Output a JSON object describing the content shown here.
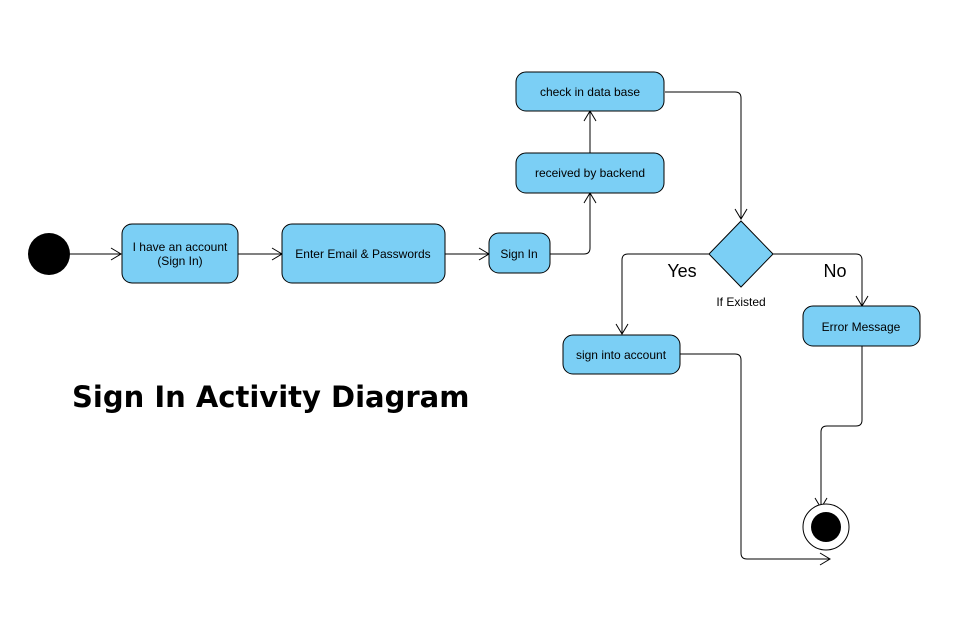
{
  "diagram": {
    "title": "Sign In Activity Diagram",
    "colors": {
      "node_fill": "#7bcff5",
      "node_stroke": "#000000",
      "edge": "#000000"
    },
    "nodes": {
      "have_account": {
        "line1": "I have an account",
        "line2": "(Sign In)"
      },
      "enter_credentials": {
        "label": "Enter Email & Passwords"
      },
      "sign_in": {
        "label": "Sign In"
      },
      "received_backend": {
        "label": "received by backend"
      },
      "check_db": {
        "label": "check in data base"
      },
      "decision": {
        "label": "If Existed"
      },
      "sign_into_account": {
        "label": "sign into account"
      },
      "error_message": {
        "label": "Error Message"
      }
    },
    "branches": {
      "yes": "Yes",
      "no": "No"
    }
  }
}
